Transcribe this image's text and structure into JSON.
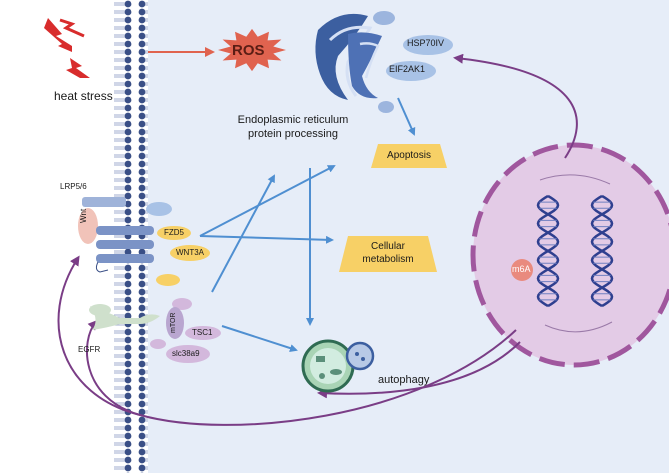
{
  "stimulus": {
    "label": "heat stress"
  },
  "ros": {
    "label": "ROS"
  },
  "er": {
    "label_line1": "Endoplasmic reticulum",
    "label_line2": "protein processing",
    "proteins": [
      "HSP70IV",
      "EIF2AK1"
    ]
  },
  "outcomes": {
    "apoptosis": "Apoptosis",
    "metabolism_line1": "Cellular",
    "metabolism_line2": "metabolism",
    "autophagy": "autophagy"
  },
  "receptors": {
    "lrp": "LRP5/6",
    "wnt": "Wnt",
    "fzd5": "FZD5",
    "wnt3a": "WNT3A",
    "egfr": "EGFR"
  },
  "mtor": {
    "label": "mTOR",
    "tsc1": "TSC1",
    "slc38a9": "slc38a9"
  },
  "nucleus": {
    "mark": "m6A"
  },
  "colors": {
    "membrane": "#3a4f86",
    "cytoplasm": "#e6edf8",
    "nucleus": "#e3cbe6",
    "nucleus_edge": "#a0579e",
    "ros": "#e0634f",
    "outcome_box": "#f7d066",
    "purple_arrow": "#7a3d86",
    "blue_arrow": "#4f8fd1",
    "receptor": "#7b93c6"
  }
}
